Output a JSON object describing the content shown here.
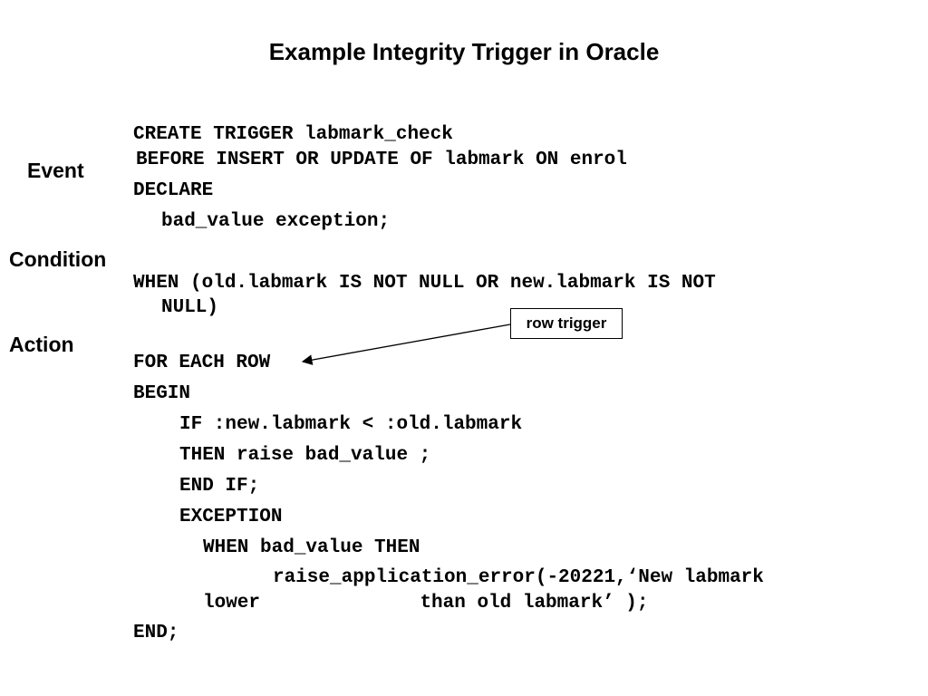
{
  "title": "Example Integrity Trigger in Oracle",
  "labels": {
    "event": "Event",
    "condition": "Condition",
    "action": "Action"
  },
  "callout": {
    "text": "row trigger"
  },
  "code_lines": [
    "CREATE TRIGGER labmark_check",
    "BEFORE INSERT OR UPDATE OF labmark ON enrol",
    "DECLARE",
    "bad_value exception;",
    "WHEN (old.labmark IS NOT NULL OR new.labmark IS NOT",
    "NULL)",
    "FOR EACH ROW",
    "BEGIN",
    "IF :new.labmark < :old.labmark",
    "THEN raise bad_value ;",
    "END IF;",
    "EXCEPTION",
    "WHEN bad_value THEN",
    "raise_application_error(-20221,‘New labmark",
    "lower              than old labmark’ );",
    "END;"
  ]
}
